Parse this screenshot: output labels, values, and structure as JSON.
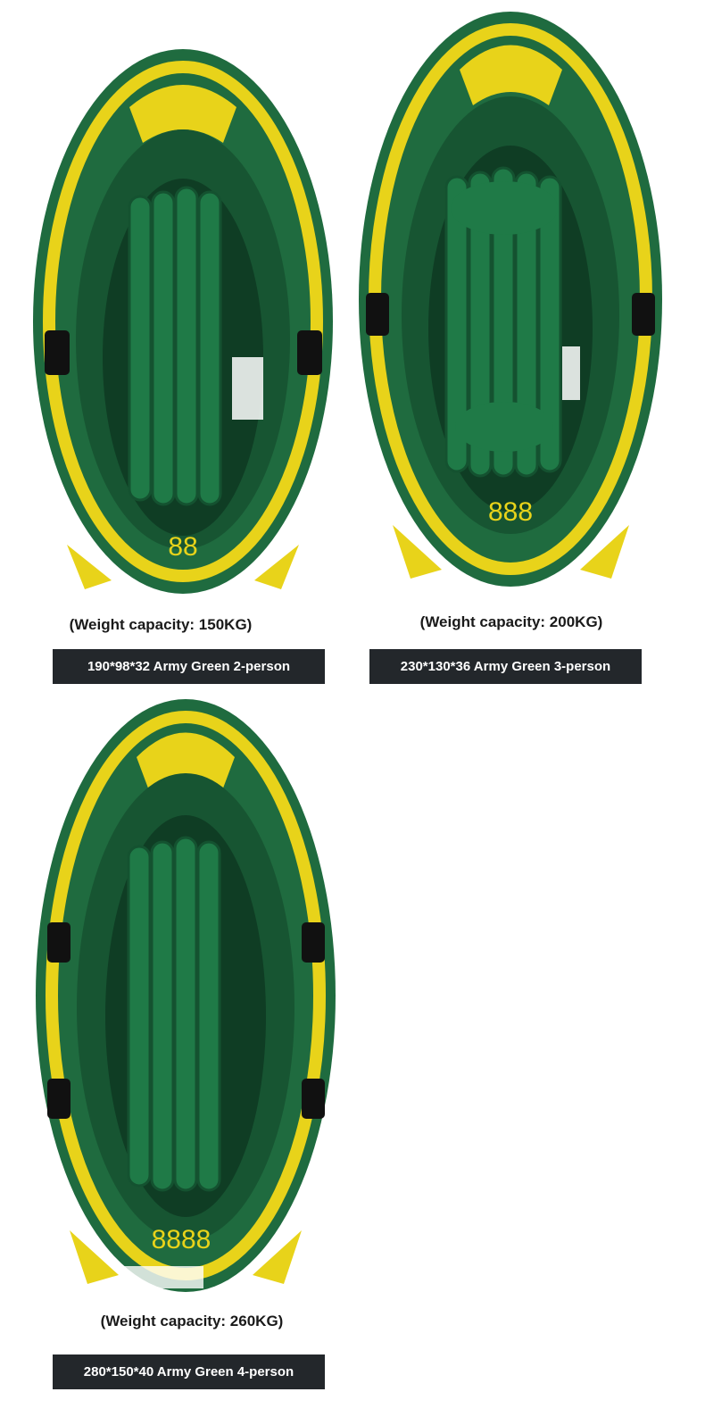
{
  "colors": {
    "hull_green": "#1f6b3f",
    "dark_green": "#0f3d24",
    "stripe_yellow": "#e8d31a",
    "label_bg": "#23272b",
    "label_text": "#ffffff"
  },
  "products": [
    {
      "id": "2-person",
      "hull_number": "88",
      "capacity": "(Weight capacity: 150KG)",
      "variant": "190*98*32 Army Green 2-person"
    },
    {
      "id": "3-person",
      "hull_number": "888",
      "capacity": "(Weight capacity: 200KG)",
      "variant": "230*130*36 Army Green 3-person"
    },
    {
      "id": "4-person",
      "hull_number": "8888",
      "capacity": "(Weight capacity: 260KG)",
      "variant": "280*150*40 Army Green 4-person"
    }
  ]
}
